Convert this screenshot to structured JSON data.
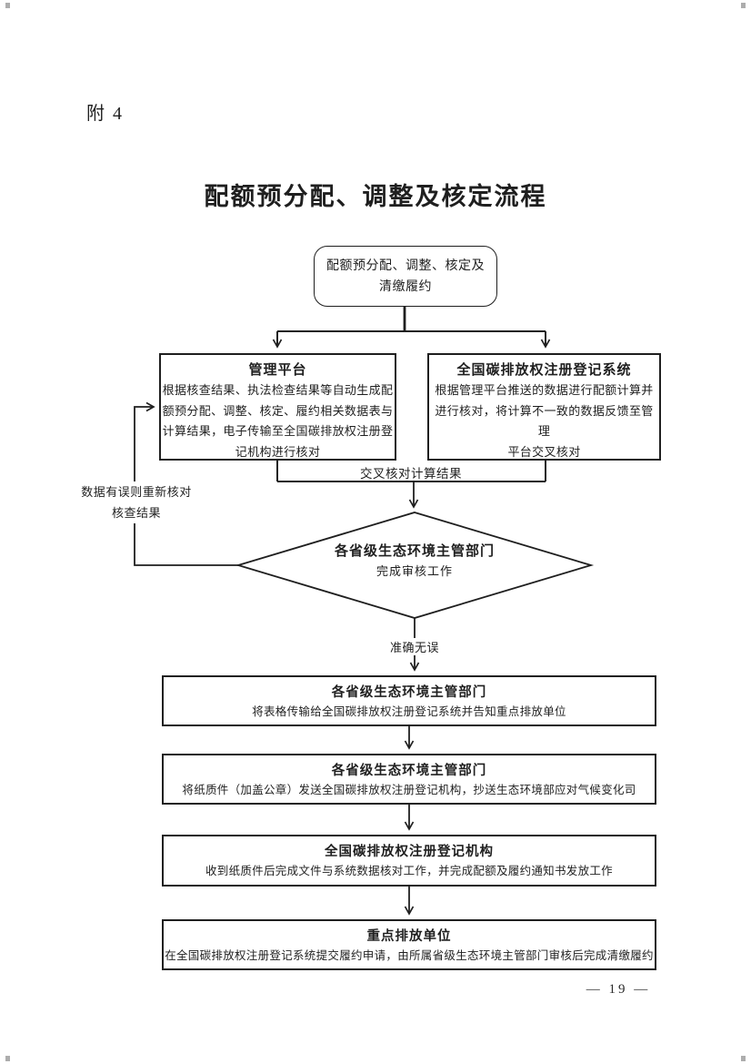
{
  "page": {
    "attachment_label": "附 4",
    "title": "配额预分配、调整及核定流程",
    "page_number": "— 19 —"
  },
  "flowchart": {
    "start": {
      "text": "配额预分配、调整、核定及\n清缴履约"
    },
    "management_platform": {
      "title": "管理平台",
      "body": "根据核查结果、执法检查结果等自动生成配\n额预分配、调整、核定、履约相关数据表与\n计算结果，电子传输至全国碳排放权注册登\n记机构进行核对"
    },
    "registry_system": {
      "title": "全国碳排放权注册登记系统",
      "body": "根据管理平台推送的数据进行配额计算并\n进行核对，将计算不一致的数据反馈至管理\n平台交叉核对"
    },
    "decision": {
      "title": "各省级生态环境主管部门",
      "body": "完成审核工作"
    },
    "labels": {
      "cross_check": "交叉核对计算结果",
      "feedback": "数据有误则重新核对\n核查结果",
      "accurate": "准确无误"
    },
    "steps": [
      {
        "title": "各省级生态环境主管部门",
        "body": "将表格传输给全国碳排放权注册登记系统并告知重点排放单位"
      },
      {
        "title": "各省级生态环境主管部门",
        "body": "将纸质件（加盖公章）发送全国碳排放权注册登记机构，抄送生态环境部应对气候变化司"
      },
      {
        "title": "全国碳排放权注册登记机构",
        "body": "收到纸质件后完成文件与系统数据核对工作，并完成配额及履约通知书发放工作"
      },
      {
        "title": "重点排放单位",
        "body": "在全国碳排放权注册登记系统提交履约申请，由所属省级生态环境主管部门审核后完成清缴履约"
      }
    ]
  },
  "colors": {
    "line": "#1f1f1f",
    "text": "#1f1f1f",
    "background": "#ffffff"
  }
}
